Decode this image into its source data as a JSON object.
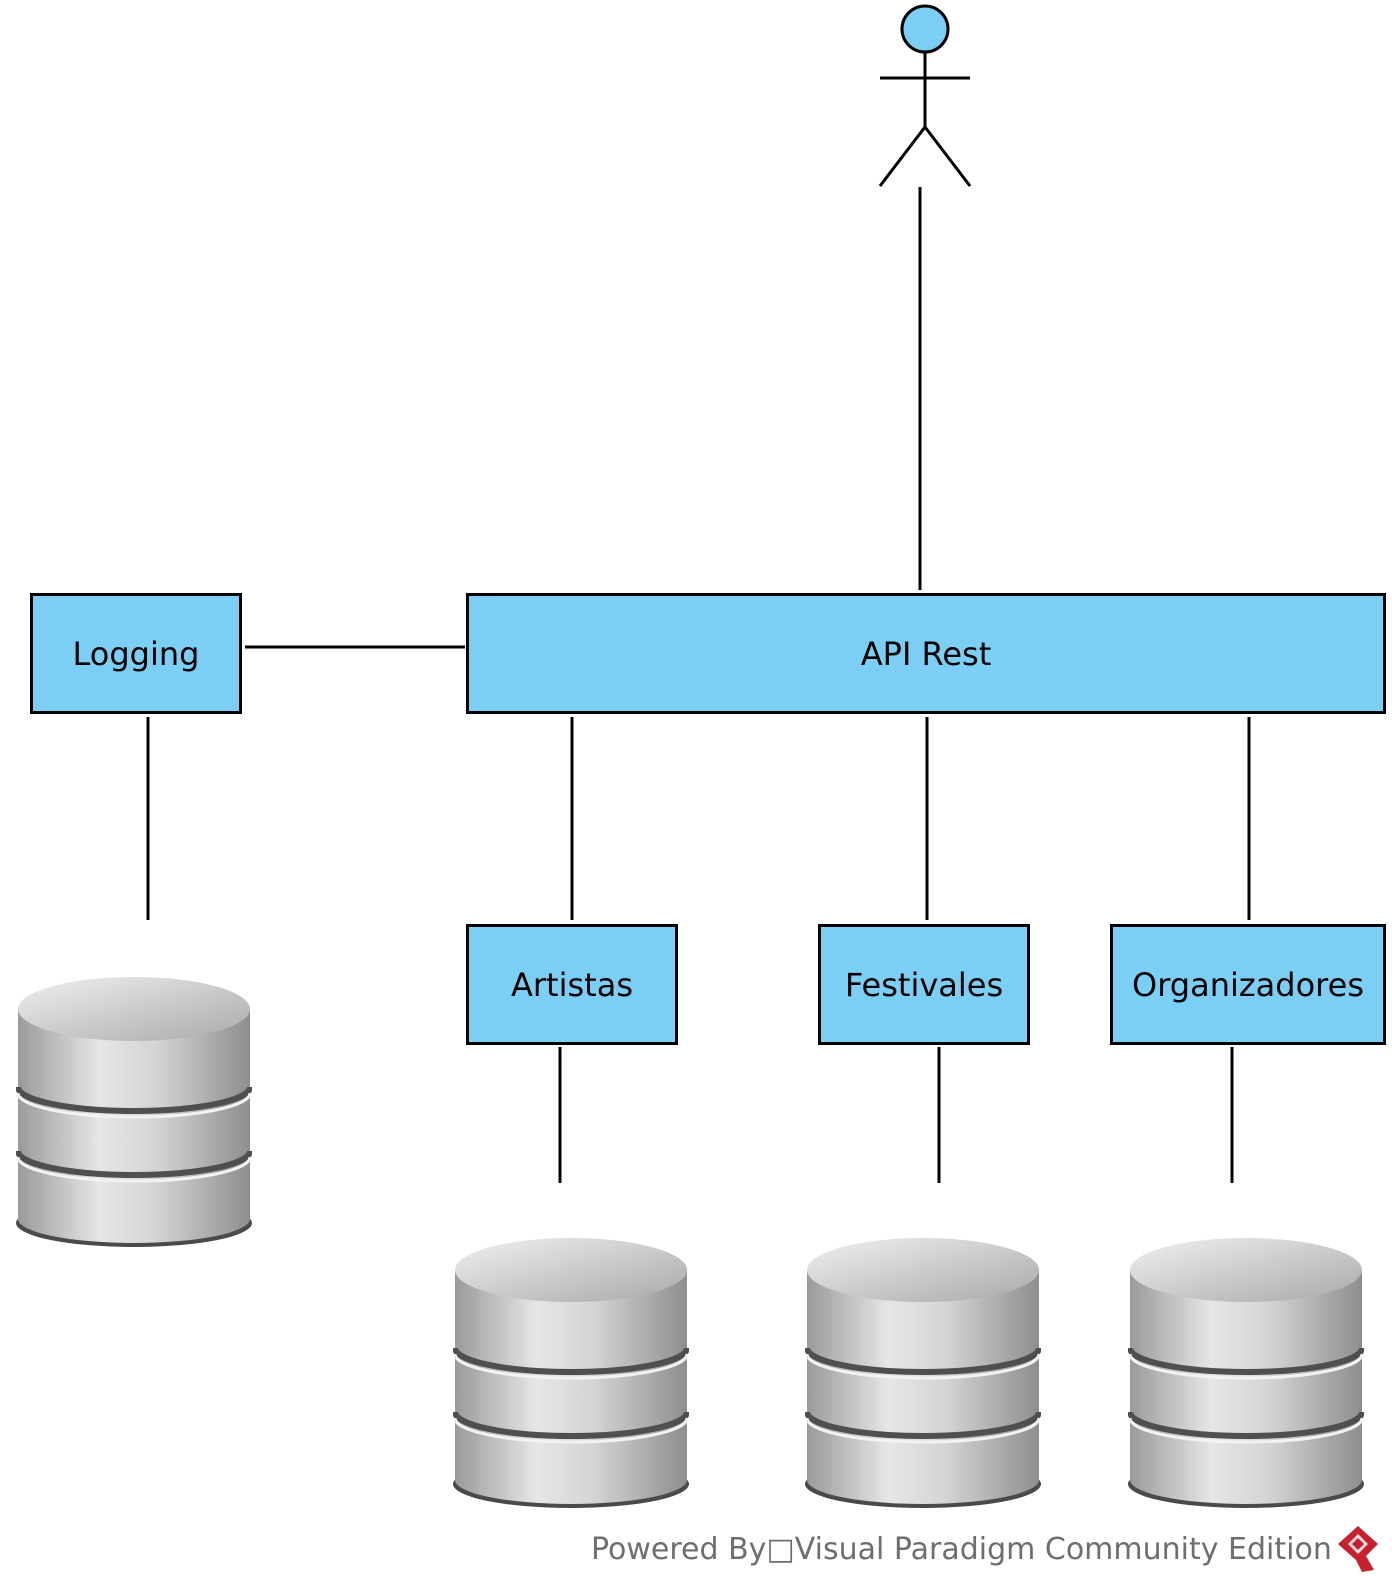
{
  "nodes": {
    "api": {
      "label": "API Rest"
    },
    "logging": {
      "label": "Logging"
    },
    "artistas": {
      "label": "Artistas"
    },
    "festivales": {
      "label": "Festivales"
    },
    "organizadores": {
      "label": "Organizadores"
    }
  },
  "actor": {
    "icon": "actor-icon",
    "fill": "#7ccff4"
  },
  "databases": [
    {
      "icon": "database-icon",
      "connected_to": "Logging"
    },
    {
      "icon": "database-icon",
      "connected_to": "Artistas"
    },
    {
      "icon": "database-icon",
      "connected_to": "Festivales"
    },
    {
      "icon": "database-icon",
      "connected_to": "Organizadores"
    }
  ],
  "colors": {
    "box_fill": "#7ccff4",
    "line": "#000000",
    "watermark_text": "#6e6e6e",
    "logo": "#c8202f"
  },
  "footer": {
    "text": "Powered By□Visual Paradigm Community Edition"
  }
}
